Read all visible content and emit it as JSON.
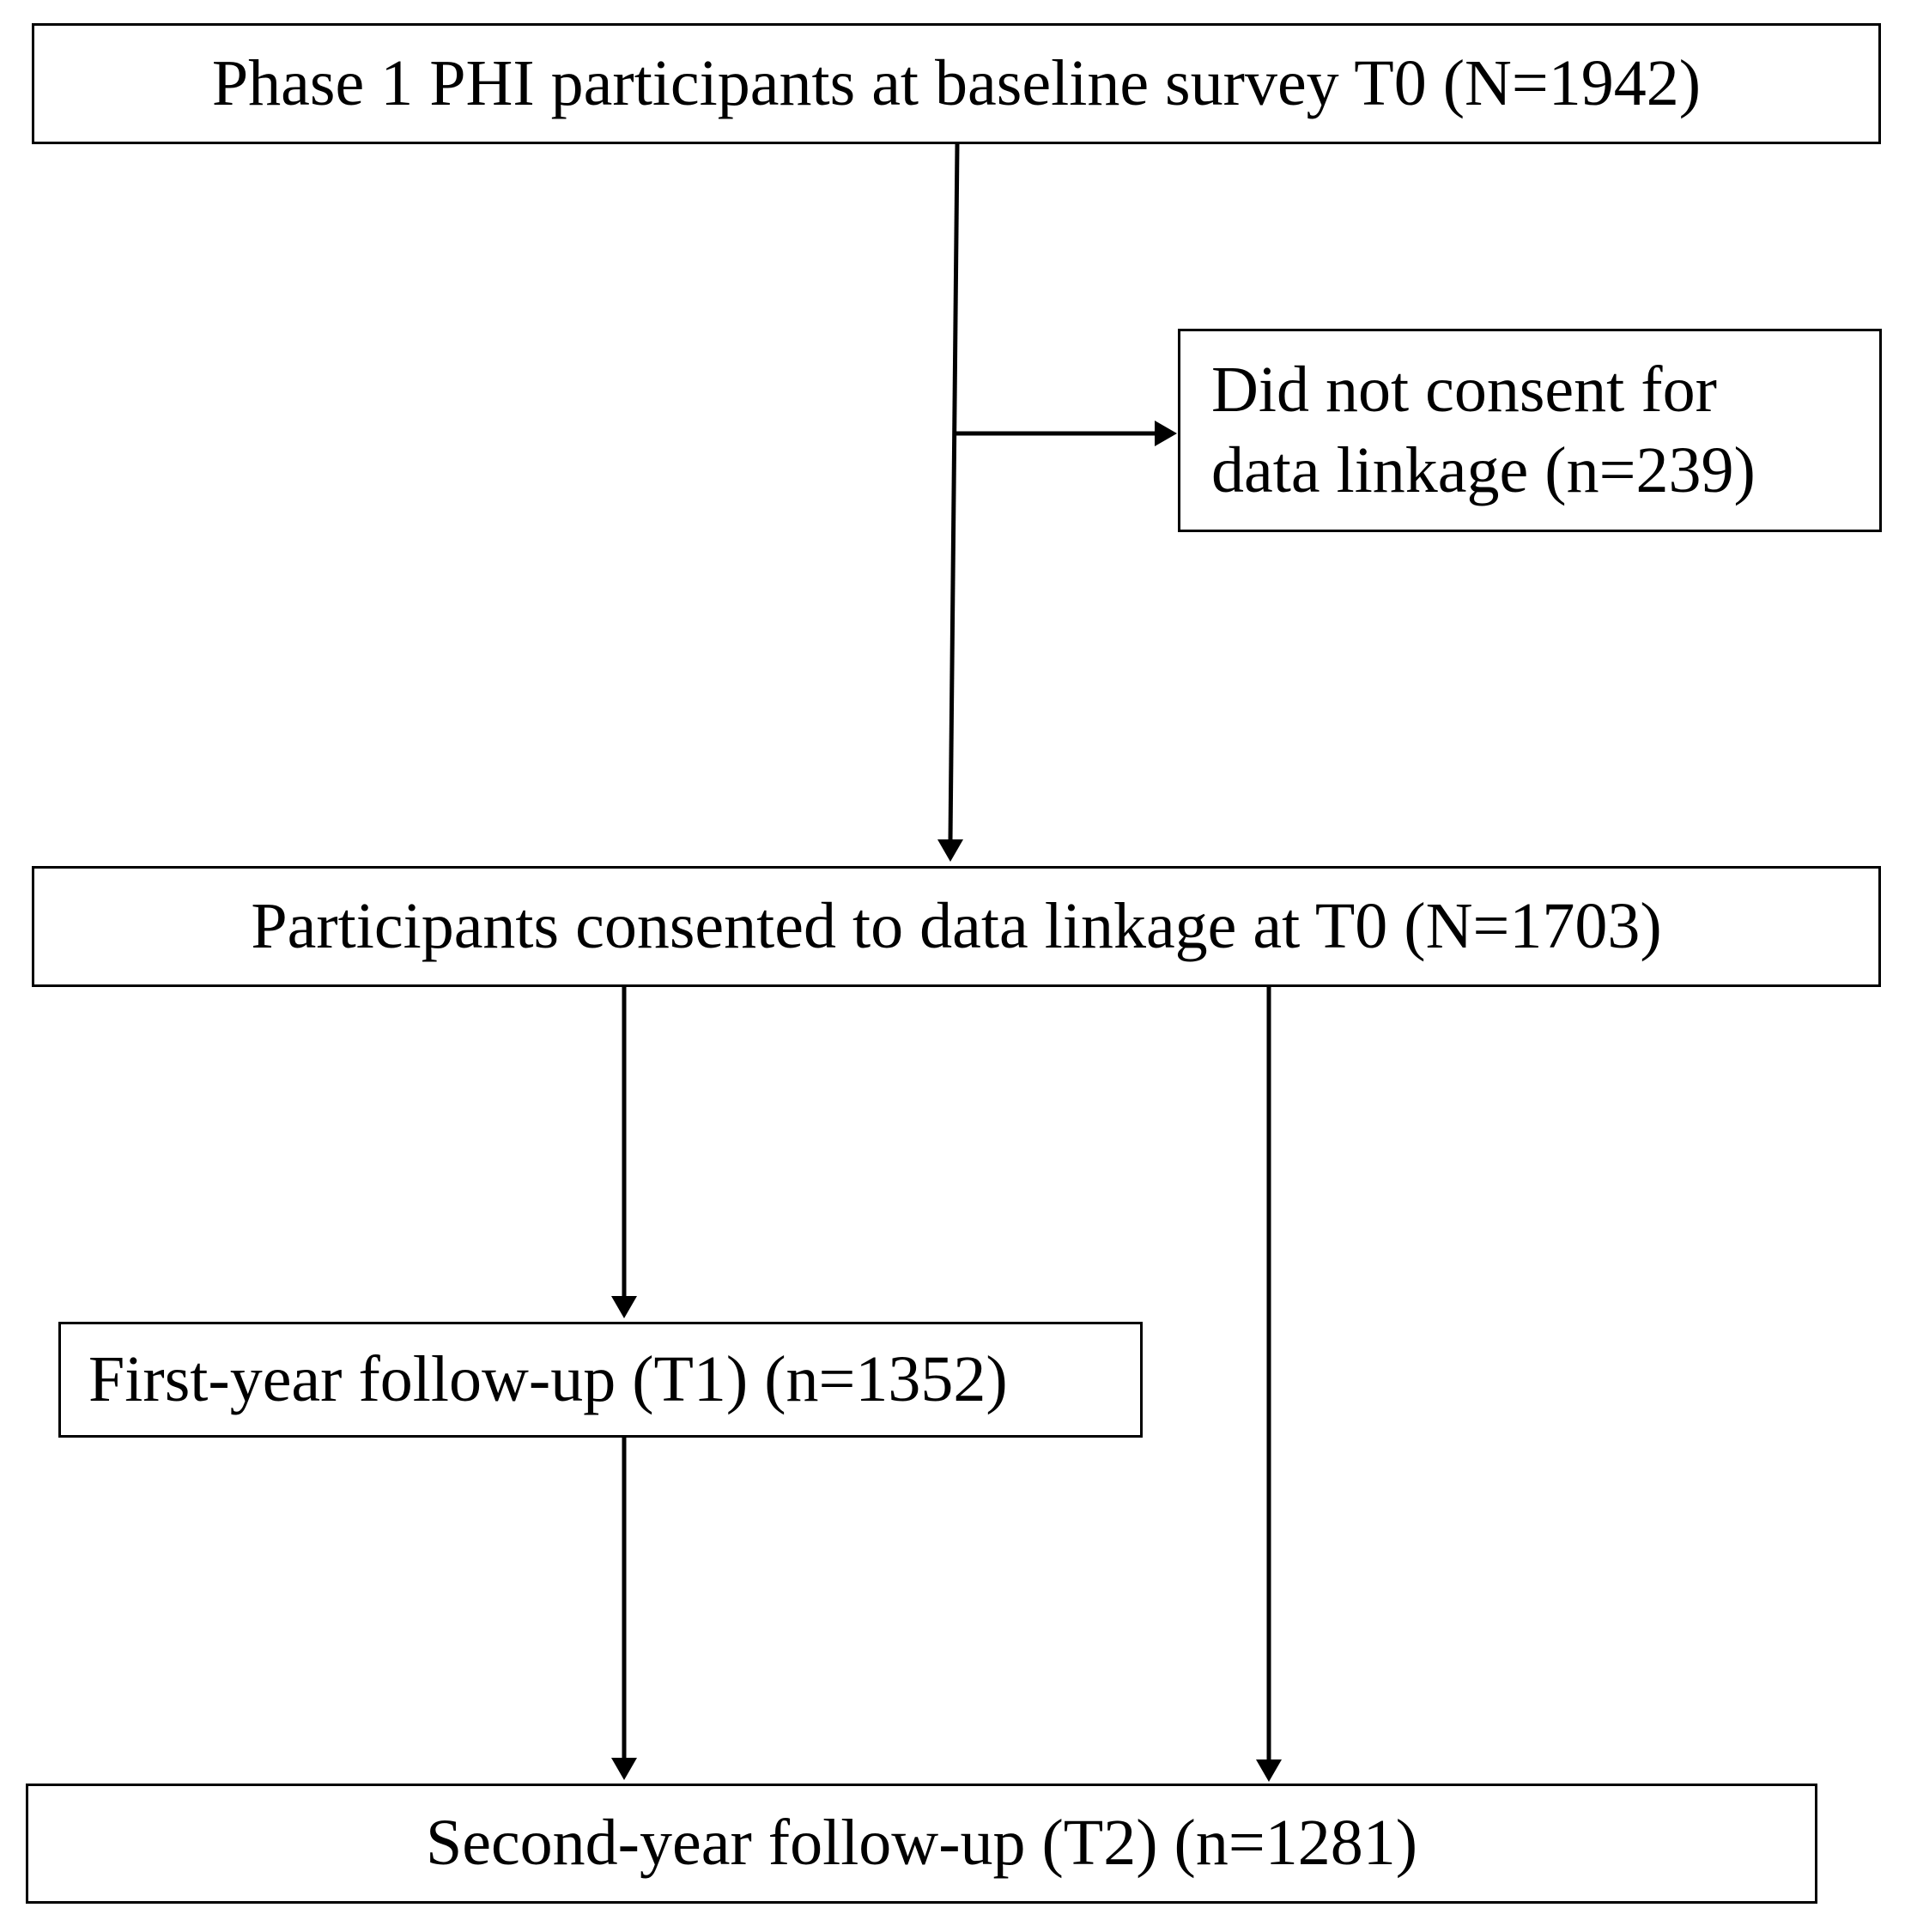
{
  "flowchart": {
    "baseline": {
      "label": "Phase 1 PHI participants at baseline survey T0 (N=1942)"
    },
    "excluded": {
      "line1": "Did not consent for",
      "line2": "data linkage (n=239)"
    },
    "consented": {
      "label": "Participants consented to data linkage at T0 (N=1703)"
    },
    "first_year": {
      "label": "First-year follow-up (T1) (n=1352)"
    },
    "second_year": {
      "label": "Second-year follow-up (T2) (n=1281)"
    }
  }
}
